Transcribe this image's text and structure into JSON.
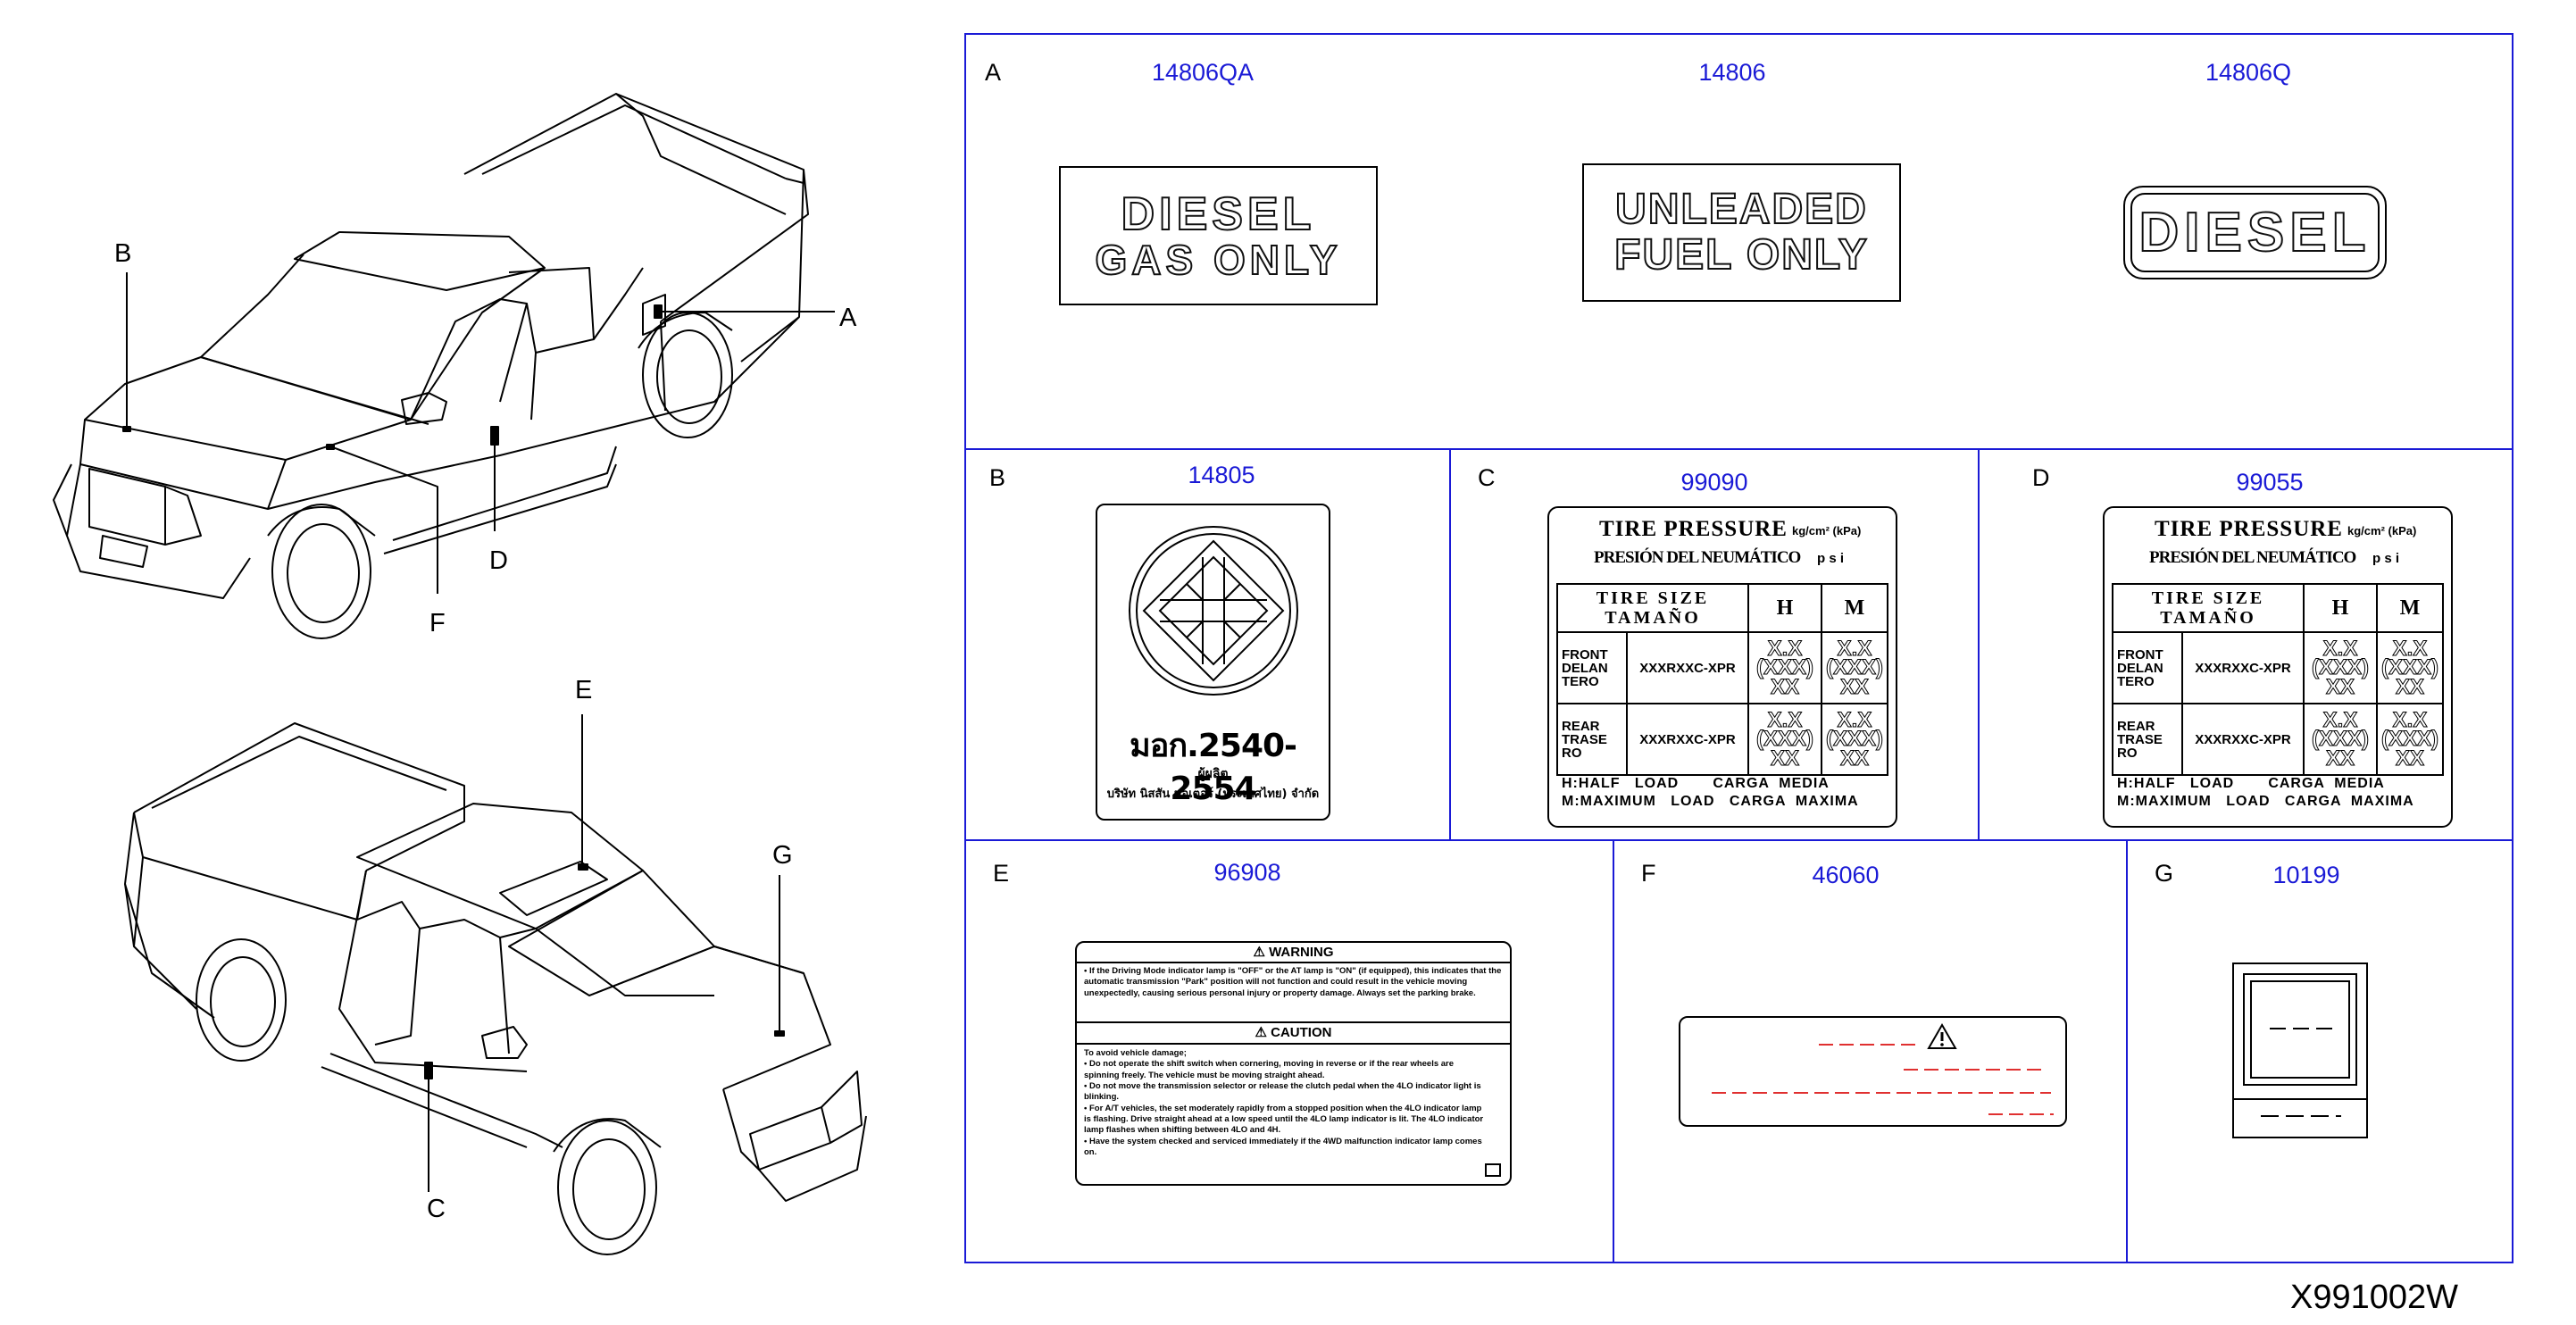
{
  "callouts": {
    "A": "A",
    "B": "B",
    "C": "C",
    "D": "D",
    "E": "E",
    "F": "F",
    "G": "G"
  },
  "panels": {
    "A": {
      "letter": "A",
      "labels": [
        {
          "part_no": "14806QA",
          "lines": [
            "DIESEL",
            "GAS ONLY"
          ]
        },
        {
          "part_no": "14806",
          "lines": [
            "UNLEADED",
            "FUEL ONLY"
          ]
        },
        {
          "part_no": "14806Q",
          "lines": [
            "DIESEL"
          ]
        }
      ]
    },
    "B": {
      "letter": "B",
      "part_no": "14805",
      "standard": "มอก.2540-2554",
      "line1": "ผู้ผลิต",
      "line2": "บริษัท นิสสัน มอเตอร์ (ประเทศไทย) จำกัด"
    },
    "C": {
      "letter": "C",
      "part_no": "99090",
      "title": "TIRE PRESSURE",
      "subtitle": "PRESIÓN DEL NEUMÁTICO",
      "unit1": "kg/cm² (kPa)",
      "unit2": "p s i",
      "size_header": [
        "TIRE SIZE",
        "TAMAÑO"
      ],
      "h": "H",
      "m": "M",
      "rows": [
        {
          "name": [
            "FRONT",
            "DELAN",
            "TERO"
          ],
          "size": "XXXRXXC-XPR",
          "h": [
            "X.X",
            "(XXX)",
            "XX"
          ],
          "m": [
            "X.X",
            "(XXX)",
            "XX"
          ]
        },
        {
          "name": [
            "REAR",
            "TRASE",
            "RO"
          ],
          "size": "XXXRXXC-XPR",
          "h": [
            "X.X",
            "(XXX)",
            "XX"
          ],
          "m": [
            "X.X",
            "(XXX)",
            "XX"
          ]
        }
      ],
      "footer1": "H:HALF   LOAD       CARGA  MEDIA",
      "footer2": "M:MAXIMUM   LOAD   CARGA  MAXIMA"
    },
    "D": {
      "letter": "D",
      "part_no": "99055",
      "title": "TIRE PRESSURE",
      "subtitle": "PRESIÓN DEL NEUMÁTICO",
      "unit1": "kg/cm² (kPa)",
      "unit2": "p s i",
      "size_header": [
        "TIRE SIZE",
        "TAMAÑO"
      ],
      "h": "H",
      "m": "M",
      "rows": [
        {
          "name": [
            "FRONT",
            "DELAN",
            "TERO"
          ],
          "size": "XXXRXXC-XPR",
          "h": [
            "X.X",
            "(XXX)",
            "XX"
          ],
          "m": [
            "X.X",
            "(XXX)",
            "XX"
          ]
        },
        {
          "name": [
            "REAR",
            "TRASE",
            "RO"
          ],
          "size": "XXXRXXC-XPR",
          "h": [
            "X.X",
            "(XXX)",
            "XX"
          ],
          "m": [
            "X.X",
            "(XXX)",
            "XX"
          ]
        }
      ],
      "footer1": "H:HALF   LOAD       CARGA  MEDIA",
      "footer2": "M:MAXIMUM   LOAD   CARGA  MAXIMA"
    },
    "E": {
      "letter": "E",
      "part_no": "96908",
      "warning_title": "WARNING",
      "warning_text": "• If the Driving Mode indicator lamp is \"OFF\" or the AT lamp is \"ON\" (if equipped), this indicates that the automatic transmission \"Park\" position will not function and could result in the vehicle moving unexpectedly, causing serious personal injury or property damage. Always set the parking brake.",
      "caution_title": "CAUTION",
      "caution_intro": "To avoid vehicle damage;",
      "caution_items": [
        "• Do not operate the shift switch when cornering, moving in reverse or if the rear wheels are spinning freely. The vehicle must be moving straight ahead.",
        "• Do not move the transmission selector or release the clutch pedal when the 4LO indicator light is blinking.",
        "• For A/T vehicles, the set moderately rapidly from a stopped position when the 4LO indicator lamp is flashing. Drive straight ahead at a low speed until the 4LO lamp indicator is lit. The 4LO indicator lamp flashes when shifting between 4LO and 4H.",
        "• Have the system checked and serviced immediately if the 4WD malfunction indicator lamp comes on."
      ]
    },
    "F": {
      "letter": "F",
      "part_no": "46060"
    },
    "G": {
      "letter": "G",
      "part_no": "10199"
    }
  },
  "footer": {
    "code": "X991002W"
  }
}
